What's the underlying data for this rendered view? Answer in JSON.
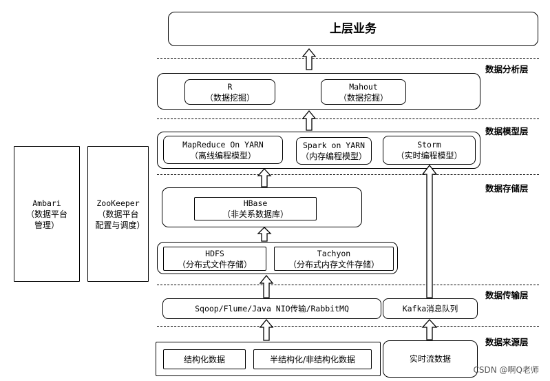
{
  "top": {
    "label": "上层业务"
  },
  "layers": {
    "analysis": "数据分析层",
    "model": "数据模型层",
    "storage": "数据存储层",
    "transport": "数据传输层",
    "source": "数据来源层"
  },
  "analysis": {
    "r": {
      "name": "R",
      "desc": "（数据挖掘）"
    },
    "mahout": {
      "name": "Mahout",
      "desc": "（数据挖掘）"
    }
  },
  "model": {
    "mapreduce": {
      "name": "MapReduce On YARN",
      "desc": "（离线编程模型）"
    },
    "spark": {
      "name": "Spark on YARN",
      "desc": "（内存编程模型）"
    },
    "storm": {
      "name": "Storm",
      "desc": "（实时编程模型）"
    }
  },
  "storage": {
    "hbase": {
      "name": "HBase",
      "desc": "（非关系数据库）"
    },
    "hdfs": {
      "name": "HDFS",
      "desc": "（分布式文件存储）"
    },
    "tachyon": {
      "name": "Tachyon",
      "desc": "（分布式内存文件存储）"
    }
  },
  "transport": {
    "batch": "Sqoop/Flume/Java NIO传输/RabbitMQ",
    "kafka": "Kafka消息队列"
  },
  "source": {
    "structured": "结构化数据",
    "semi": "半结构化/非结构化数据",
    "realtime": "实时流数据"
  },
  "side": {
    "ambari": {
      "name": "Ambari",
      "desc": "（数据平台管理）"
    },
    "zookeeper": {
      "name": "ZooKeeper",
      "desc": "（数据平台配置与调度）"
    }
  },
  "watermark": "CSDN @啊Q老师"
}
